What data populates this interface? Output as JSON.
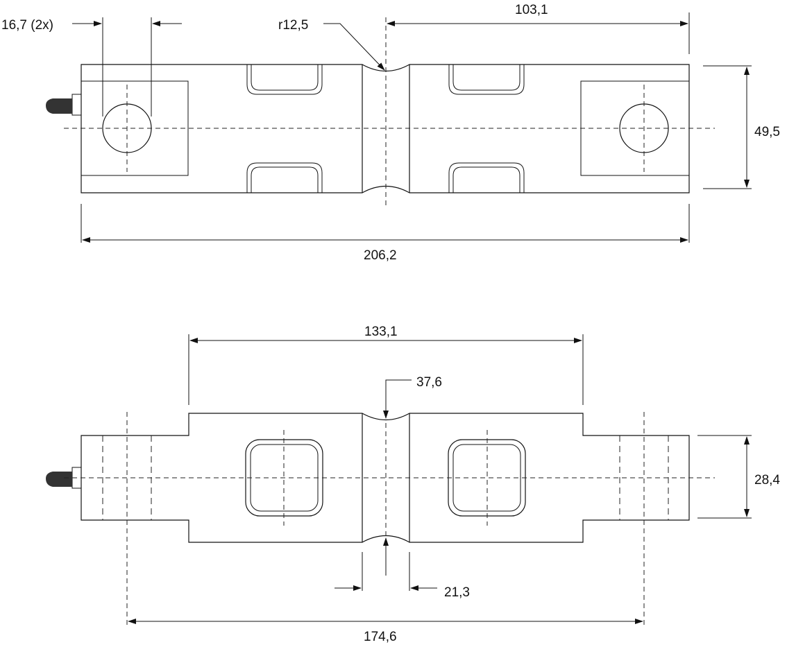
{
  "top_view": {
    "dimensions": {
      "hole_diameter": "16,7 (2x)",
      "neck_radius": "r12,5",
      "half_length": "103,1",
      "height": "49,5",
      "overall_length": "206,2"
    }
  },
  "side_view": {
    "dimensions": {
      "center_section_length": "133,1",
      "neck_thickness": "37,6",
      "thickness": "28,4",
      "neck_width": "21,3",
      "hole_spacing": "174,6"
    }
  }
}
